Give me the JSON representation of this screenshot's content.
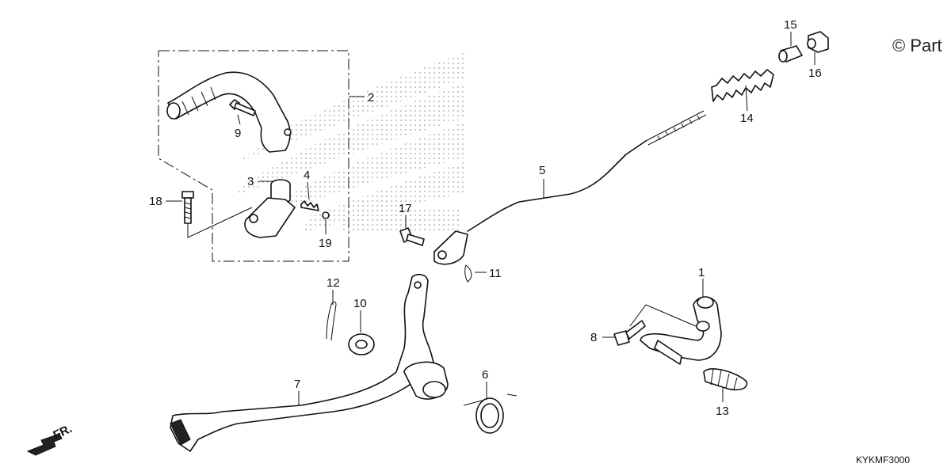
{
  "copyright": "© Part",
  "diagram_code": "KYKMF3000",
  "front_indicator": "FR.",
  "watermark": {
    "type": "wing-logo",
    "color": "#cfcfcf"
  },
  "callouts": [
    {
      "id": "c1",
      "number": "1"
    },
    {
      "id": "c2",
      "number": "2"
    },
    {
      "id": "c3",
      "number": "3"
    },
    {
      "id": "c4",
      "number": "4"
    },
    {
      "id": "c5",
      "number": "5"
    },
    {
      "id": "c6",
      "number": "6"
    },
    {
      "id": "c7",
      "number": "7"
    },
    {
      "id": "c8",
      "number": "8"
    },
    {
      "id": "c9",
      "number": "9"
    },
    {
      "id": "c10",
      "number": "10"
    },
    {
      "id": "c11",
      "number": "11"
    },
    {
      "id": "c12",
      "number": "12"
    },
    {
      "id": "c13",
      "number": "13"
    },
    {
      "id": "c14",
      "number": "14"
    },
    {
      "id": "c15",
      "number": "15"
    },
    {
      "id": "c16",
      "number": "16"
    },
    {
      "id": "c17",
      "number": "17"
    },
    {
      "id": "c18",
      "number": "18"
    },
    {
      "id": "c19",
      "number": "19"
    }
  ]
}
